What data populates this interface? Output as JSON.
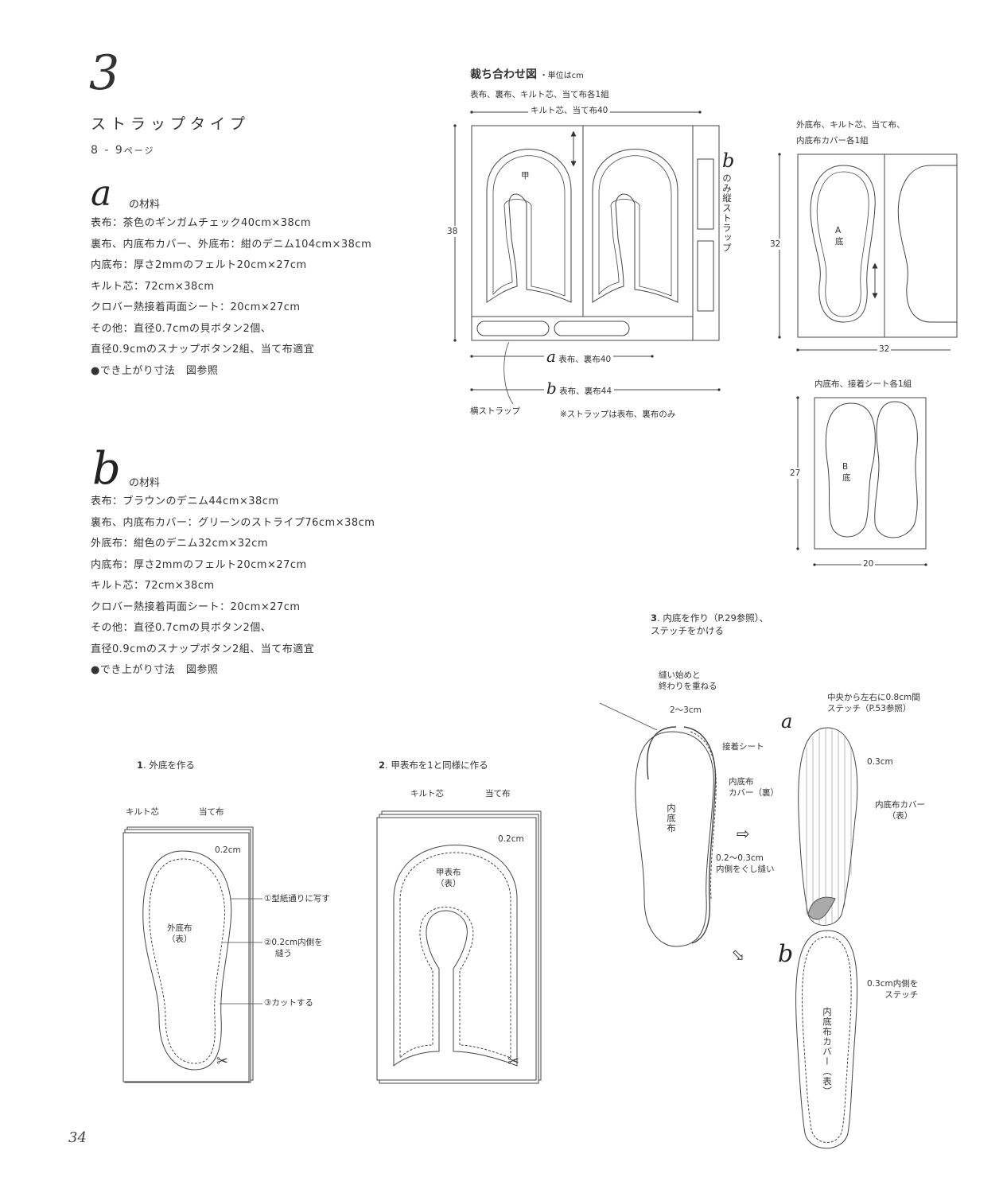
{
  "header": {
    "number": "3",
    "title": "ストラップタイプ",
    "pages": "8 - 9",
    "pages_suffix": "ページ"
  },
  "material_heading": "の材料",
  "materials_a": {
    "letter": "a",
    "items": [
      "表布：茶色のギンガムチェック40cm×38cm",
      "裏布、内底布カバー、外底布：紺のデニム104cm×38cm",
      "内底布：厚さ2mmのフェルト20cm×27cm",
      "キルト芯：72cm×38cm",
      "クロバー熱接着両面シート：20cm×27cm",
      "その他：直径0.7cmの貝ボタン2個、",
      "直径0.9cmのスナップボタン2組、当て布適宜",
      "●でき上がり寸法　図参照"
    ]
  },
  "materials_b": {
    "letter": "b",
    "items": [
      "表布：ブラウンのデニム44cm×38cm",
      "裏布、内底布カバー：グリーンのストライプ76cm×38cm",
      "外底布：紺色のデニム32cm×32cm",
      "内底布：厚さ2mmのフェルト20cm×27cm",
      "キルト芯：72cm×38cm",
      "クロバー熱接着両面シート：20cm×27cm",
      "その他：直径0.7cmの貝ボタン2個、",
      "直径0.9cmのスナップボタン2組、当て布適宜",
      "●でき上がり寸法　図参照"
    ]
  },
  "cutting": {
    "title": "裁ち合わせ図",
    "unit": "・単位はcm",
    "top_note": "表布、裏布、キルト芯、当て布各1組",
    "top_width": "キルト芯、当て布40",
    "height": "38",
    "upper_label": "甲",
    "b_strap_label": "のみ縦ストラップ",
    "width_a": "表布、裏布40",
    "width_b": "表布、裏布44",
    "side_strap": "横ストラップ",
    "strap_note": "※ストラップは表布、裏布のみ",
    "sole_a_note": "外底布、キルト芯、当て布、",
    "sole_a_note2": "内底布カバー各1組",
    "sole_a_height": "32",
    "sole_a_width": "32",
    "sole_a_label": "A底",
    "sole_b_note": "内底布、接着シート各1組",
    "sole_b_height": "27",
    "sole_b_width": "20",
    "sole_b_label": "B底"
  },
  "step1": {
    "num": "1",
    "title": "外底を作る",
    "quilt": "キルト芯",
    "patch": "当て布",
    "margin": "0.2cm",
    "center1": "外底布",
    "center2": "（表）",
    "note1": "①型紙通りに写す",
    "note2a": "②0.2cm内側を",
    "note2b": "縫う",
    "note3": "③カットする"
  },
  "step2": {
    "num": "2",
    "title": "甲表布を1と同様に作る",
    "quilt": "キルト芯",
    "patch": "当て布",
    "margin": "0.2cm",
    "center1": "甲表布",
    "center2": "（表）"
  },
  "step3": {
    "num": "3",
    "title1": "内底を作り（P.29参照）、",
    "title2": "ステッチをかける",
    "overlap1": "縫い始めと",
    "overlap2": "終わりを重ねる",
    "range": "2〜3cm",
    "adhesive": "接着シート",
    "cover1": "内底布",
    "cover2": "カバー（裏）",
    "inner": "内底布",
    "running1": "0.2〜0.3cm",
    "running2": "内側をぐし縫い",
    "stitch_a1": "中央から左右に0.8cm間",
    "stitch_a2": "ステッチ（P.53参照）",
    "a_margin": "0.3cm",
    "a_cover1": "内底布カバー",
    "a_cover2": "（表）",
    "b_note1": "0.3cm内側を",
    "b_note2": "ステッチ",
    "b_label": "内底布カバー（表）",
    "letter_a": "a",
    "letter_b": "b"
  },
  "page_number": "34"
}
